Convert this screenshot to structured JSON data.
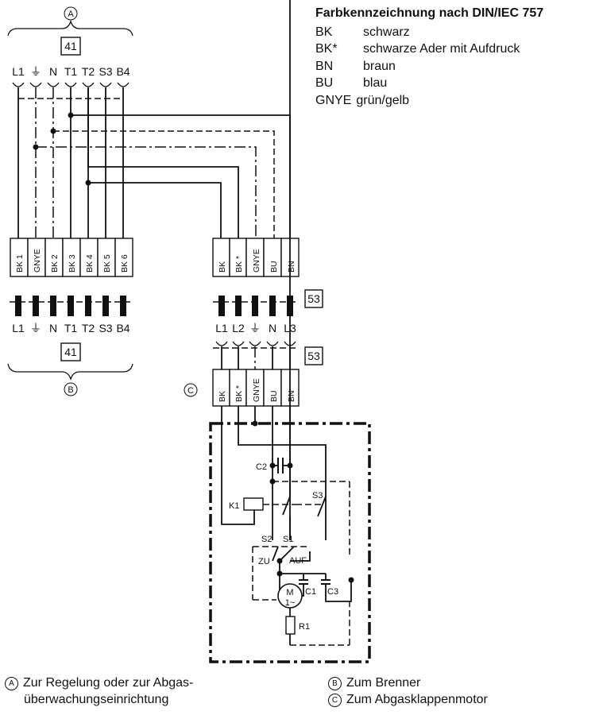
{
  "callouts": {
    "a": "A",
    "b": "B",
    "c": "C"
  },
  "modules": {
    "upper": "41",
    "lower": "41",
    "plug_right": "53",
    "socket_right": "53"
  },
  "left_terminals_top": [
    "L1",
    "⏚",
    "N",
    "T1",
    "T2",
    "S3",
    "B4"
  ],
  "left_terminals_bottom": [
    "L1",
    "⏚",
    "N",
    "T1",
    "T2",
    "S3",
    "B4"
  ],
  "left_plug_labels": [
    "BK 1",
    "GNYE",
    "BK 2",
    "BK 3",
    "BK 4",
    "BK 5",
    "BK 6"
  ],
  "right_plug_labels": [
    "BK",
    "BK *",
    "GNYE",
    "BU",
    "BN"
  ],
  "right_terminals": [
    "L1",
    "L2",
    "⏚",
    "N",
    "L3"
  ],
  "motor_plug_labels": [
    "BK",
    "BK *",
    "GNYE",
    "BU",
    "BN"
  ],
  "motor_components": {
    "c2": "C2",
    "k1": "K1",
    "s3": "S3",
    "s2": "S2",
    "s1": "S1",
    "zu": "ZU",
    "auf": "AUF",
    "motor_m": "M",
    "motor_phase": "1~",
    "c1": "C1",
    "c3": "C3",
    "r1": "R1"
  },
  "legend": {
    "title": "Farbkennzeichnung nach DIN/IEC 757",
    "rows": [
      {
        "code": "BK",
        "text": "schwarz"
      },
      {
        "code": "BK*",
        "text": "schwarze Ader mit Aufdruck"
      },
      {
        "code": "BN",
        "text": "braun"
      },
      {
        "code": "BU",
        "text": "blau"
      },
      {
        "code": "GNYE",
        "text": "grün/gelb"
      }
    ]
  },
  "footnotes": {
    "a_line1": "Zur Regelung oder zur Abgas-",
    "a_line2": "überwachungseinrichtung",
    "b": "Zum Brenner",
    "c": "Zum Abgasklappenmotor"
  }
}
